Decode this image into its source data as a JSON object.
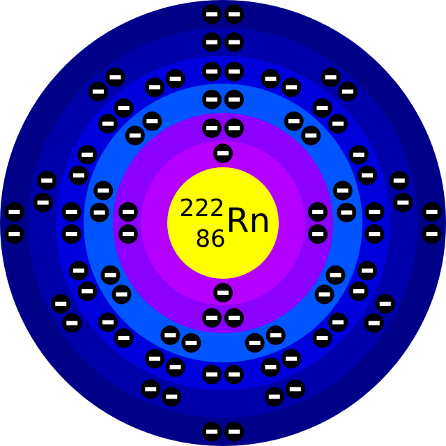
{
  "element": {
    "symbol": "Rn",
    "mass_number": "222",
    "atomic_number": "86"
  },
  "shells": [
    {
      "electrons": 2,
      "color": "#b400ff"
    },
    {
      "electrons": 8,
      "color": "#8c00ff"
    },
    {
      "electrons": 18,
      "color": "#0055ff"
    },
    {
      "electrons": 32,
      "color": "#0000dd"
    },
    {
      "electrons": 18,
      "color": "#0000aa"
    },
    {
      "electrons": 8,
      "color": "#000088"
    }
  ],
  "colors": {
    "nucleus": "#ffff00",
    "electron": "#000000",
    "electron_sign": "#ffffff"
  },
  "icons": {
    "electron": "minus-sign-icon"
  }
}
